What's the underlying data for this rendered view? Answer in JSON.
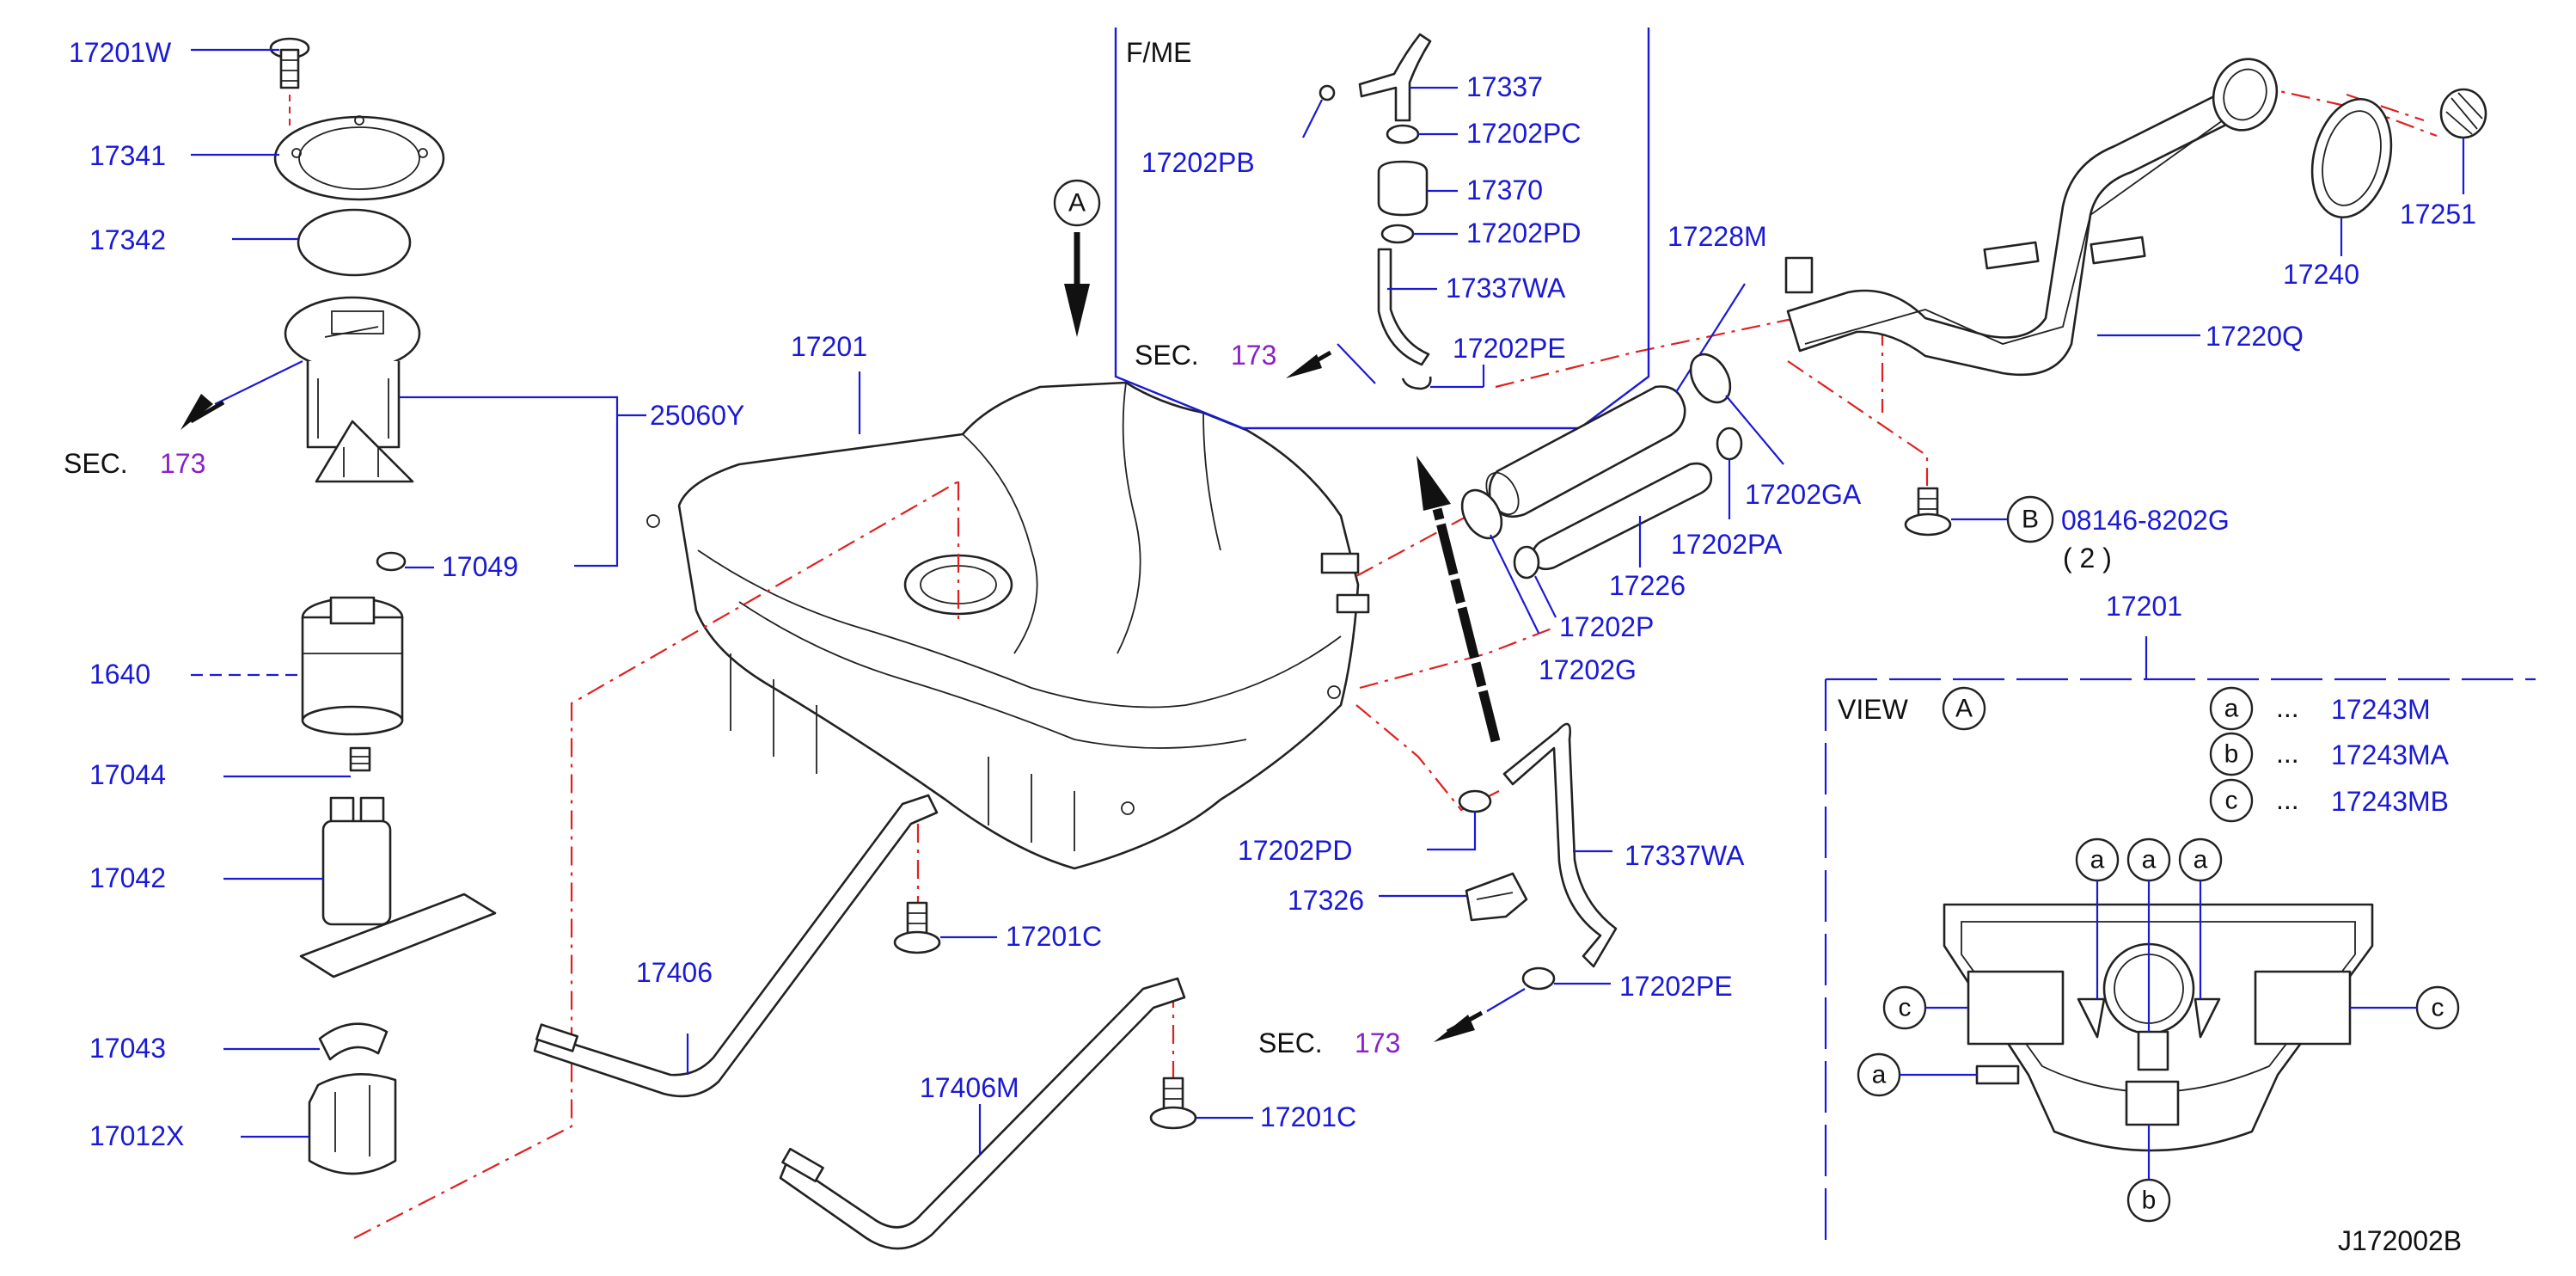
{
  "labels": {
    "p17201W": "17201W",
    "p17341": "17341",
    "p17342": "17342",
    "p25060Y": "25060Y",
    "p17049": "17049",
    "p1640": "1640",
    "p17044": "17044",
    "p17042": "17042",
    "p17043": "17043",
    "p17012X": "17012X",
    "p17201": "17201",
    "p17406": "17406",
    "p17201C_a": "17201C",
    "p17406M": "17406M",
    "p17201C_b": "17201C",
    "p17337": "17337",
    "p17202PC": "17202PC",
    "p17202PB": "17202PB",
    "p17370": "17370",
    "p17202PD_top": "17202PD",
    "p17337WA_top": "17337WA",
    "p17202PE_top": "17202PE",
    "p17228M": "17228M",
    "p17202GA": "17202GA",
    "p17202PA": "17202PA",
    "p17226": "17226",
    "p17202P": "17202P",
    "p17202G": "17202G",
    "p17202PD": "17202PD",
    "p17326": "17326",
    "p17337WA": "17337WA",
    "p17202PE": "17202PE",
    "p17240": "17240",
    "p17251": "17251",
    "p17220Q": "17220Q",
    "p08146": "08146-8202G",
    "qty": "( 2 )",
    "p17201_view": "17201"
  },
  "sec": {
    "left_prefix": "SEC.",
    "left_num": "173",
    "inset_prefix": "SEC.",
    "inset_num": "173",
    "bottom_prefix": "SEC.",
    "bottom_num": "173"
  },
  "inset": {
    "title": "F/ME"
  },
  "markers": {
    "A": "A",
    "B": "B"
  },
  "view": {
    "title": "VIEW",
    "marker": "A",
    "legend": [
      {
        "key": "a",
        "sep": "...",
        "part": "17243M"
      },
      {
        "key": "b",
        "sep": "...",
        "part": "17243MA"
      },
      {
        "key": "c",
        "sep": "...",
        "part": "17243MB"
      }
    ],
    "callouts": [
      "a",
      "a",
      "a",
      "c",
      "c",
      "a",
      "b"
    ]
  },
  "diagram_id": "J172002B"
}
